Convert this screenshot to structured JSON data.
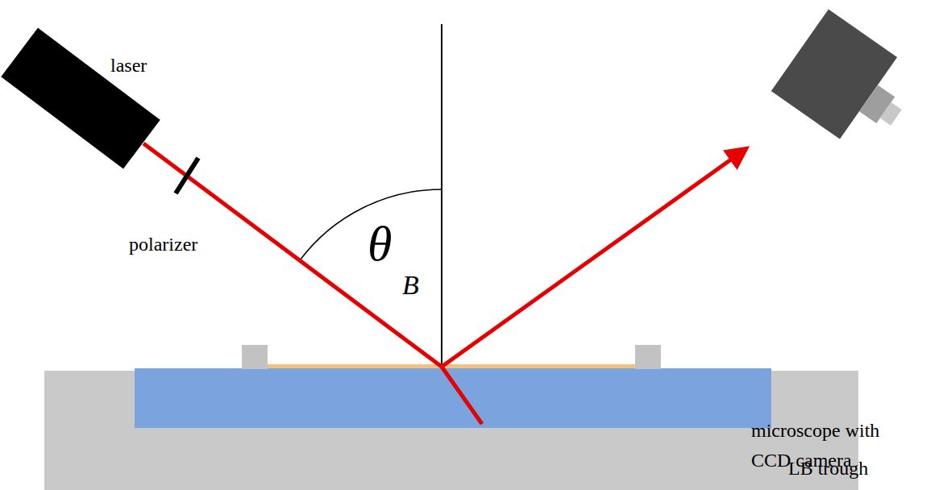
{
  "diagram": {
    "labels": [
      "laser",
      "polarizer",
      "θ",
      "B",
      "microscope with CCD camera",
      "LB trough"
    ]
  }
}
